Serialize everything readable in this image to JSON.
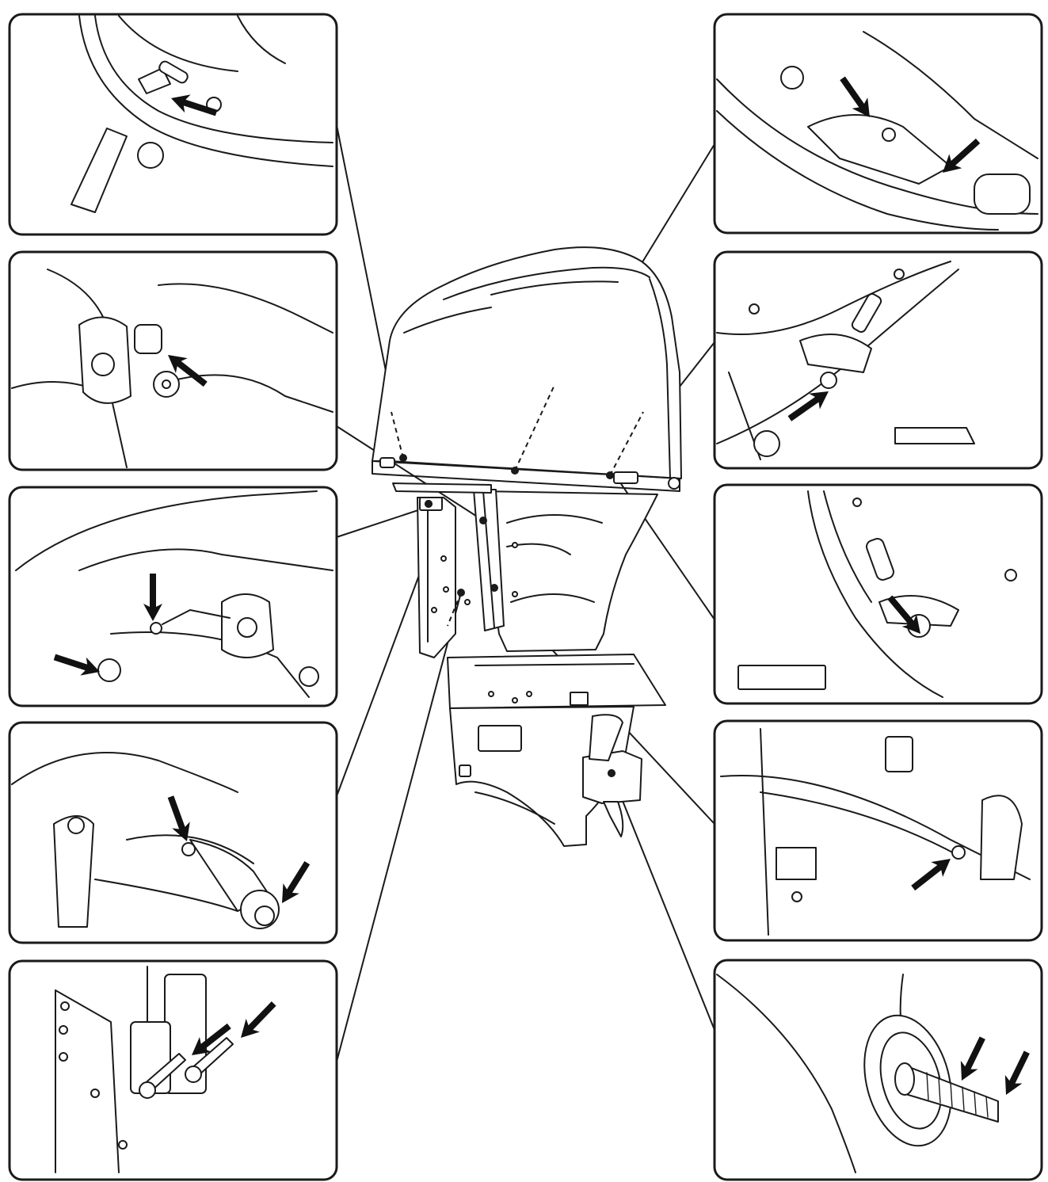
{
  "figure": {
    "kind": "lubrication-points-diagram",
    "ink_color": "#1a1a1a",
    "background_color": "#ffffff",
    "panels_left": [
      {
        "id": "panel-l1",
        "subject": "cowling-latch-spring-left",
        "arrow_count": 1
      },
      {
        "id": "panel-l2",
        "subject": "throttle-linkage-joint",
        "arrow_count": 1
      },
      {
        "id": "panel-l3",
        "subject": "swivel-bracket-grease-nipples",
        "arrow_count": 2
      },
      {
        "id": "panel-l4",
        "subject": "tilt-lock-pivot",
        "arrow_count": 2
      },
      {
        "id": "panel-l5",
        "subject": "trim-tilt-cylinder-pins",
        "arrow_count": 2
      }
    ],
    "panels_right": [
      {
        "id": "panel-r1",
        "subject": "shift-linkage-joint",
        "arrow_count": 2
      },
      {
        "id": "panel-r2",
        "subject": "cowling-latch-hook-front",
        "arrow_count": 1
      },
      {
        "id": "panel-r3",
        "subject": "cowling-latch-hook-rear",
        "arrow_count": 1
      },
      {
        "id": "panel-r4",
        "subject": "steering-friction-bolt",
        "arrow_count": 1
      },
      {
        "id": "panel-r5",
        "subject": "propeller-shaft-splines",
        "arrow_count": 2
      }
    ],
    "center": {
      "subject": "outboard-motor-side-view"
    }
  }
}
